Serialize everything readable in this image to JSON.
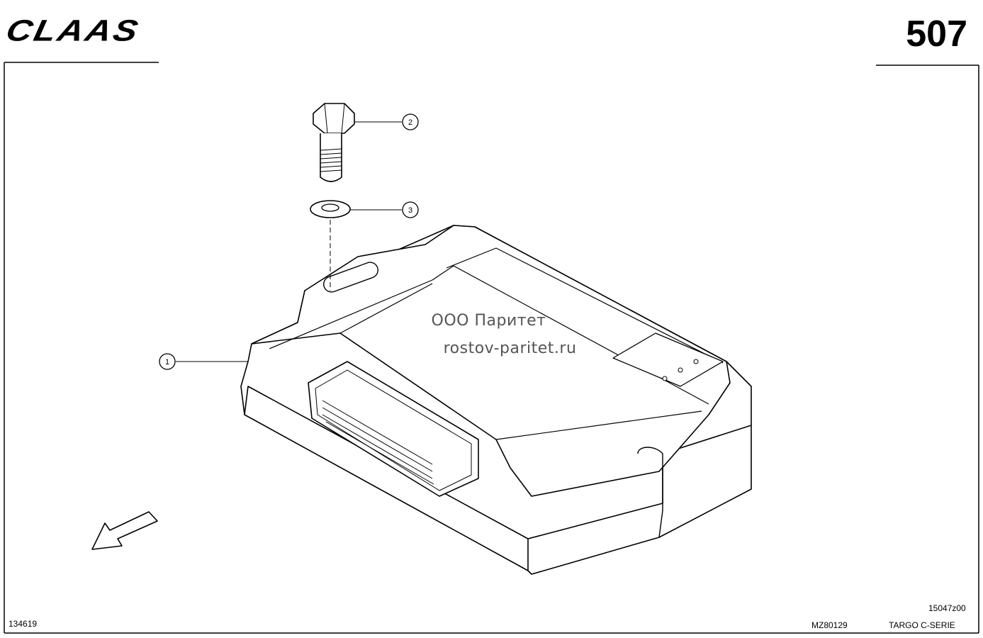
{
  "header": {
    "brand": "CLAAS",
    "page_number": "507"
  },
  "watermark": {
    "line1": "ООО Паритет",
    "line2": "rostov-paritet.ru"
  },
  "callouts": [
    "1",
    "2",
    "3"
  ],
  "footer": {
    "left_code": "134619",
    "drawing_code": "MZ80129",
    "ref_code": "15047z00",
    "series": "TARGO C-SERIE"
  },
  "icons": {
    "direction": "arrow-down-left-icon"
  }
}
